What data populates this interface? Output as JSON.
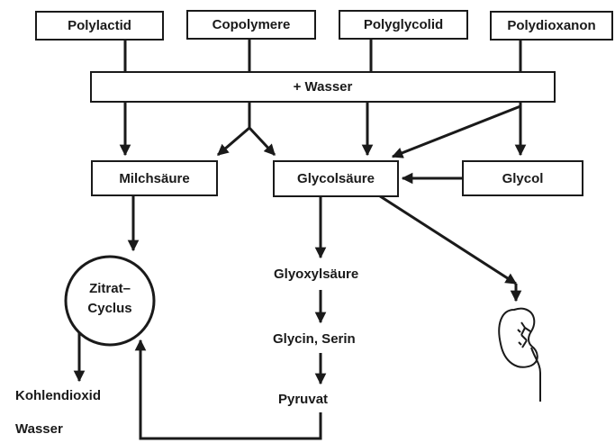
{
  "sources": {
    "polylactid": "Polylactid",
    "copolymere": "Copolymere",
    "polyglycolid": "Polyglycolid",
    "polydioxanon": "Polydioxanon"
  },
  "water_bar": "+ Wasser",
  "products": {
    "milchsaeure": "Milchsäure",
    "glycolsaeure": "Glycolsäure",
    "glycol": "Glycol"
  },
  "citric_cycle": {
    "line1": "Zitrat–",
    "line2": "Cyclus"
  },
  "pathway": {
    "glyoxylsaeure": "Glyoxylsäure",
    "glycin_serin": "Glycin, Serin",
    "pyruvat": "Pyruvat"
  },
  "outputs": {
    "kohlendioxid": "Kohlendioxid",
    "wasser": "Wasser"
  },
  "kidney_icon": "kidney-icon",
  "colors": {
    "ink": "#1a1a1a",
    "background": "#ffffff"
  }
}
